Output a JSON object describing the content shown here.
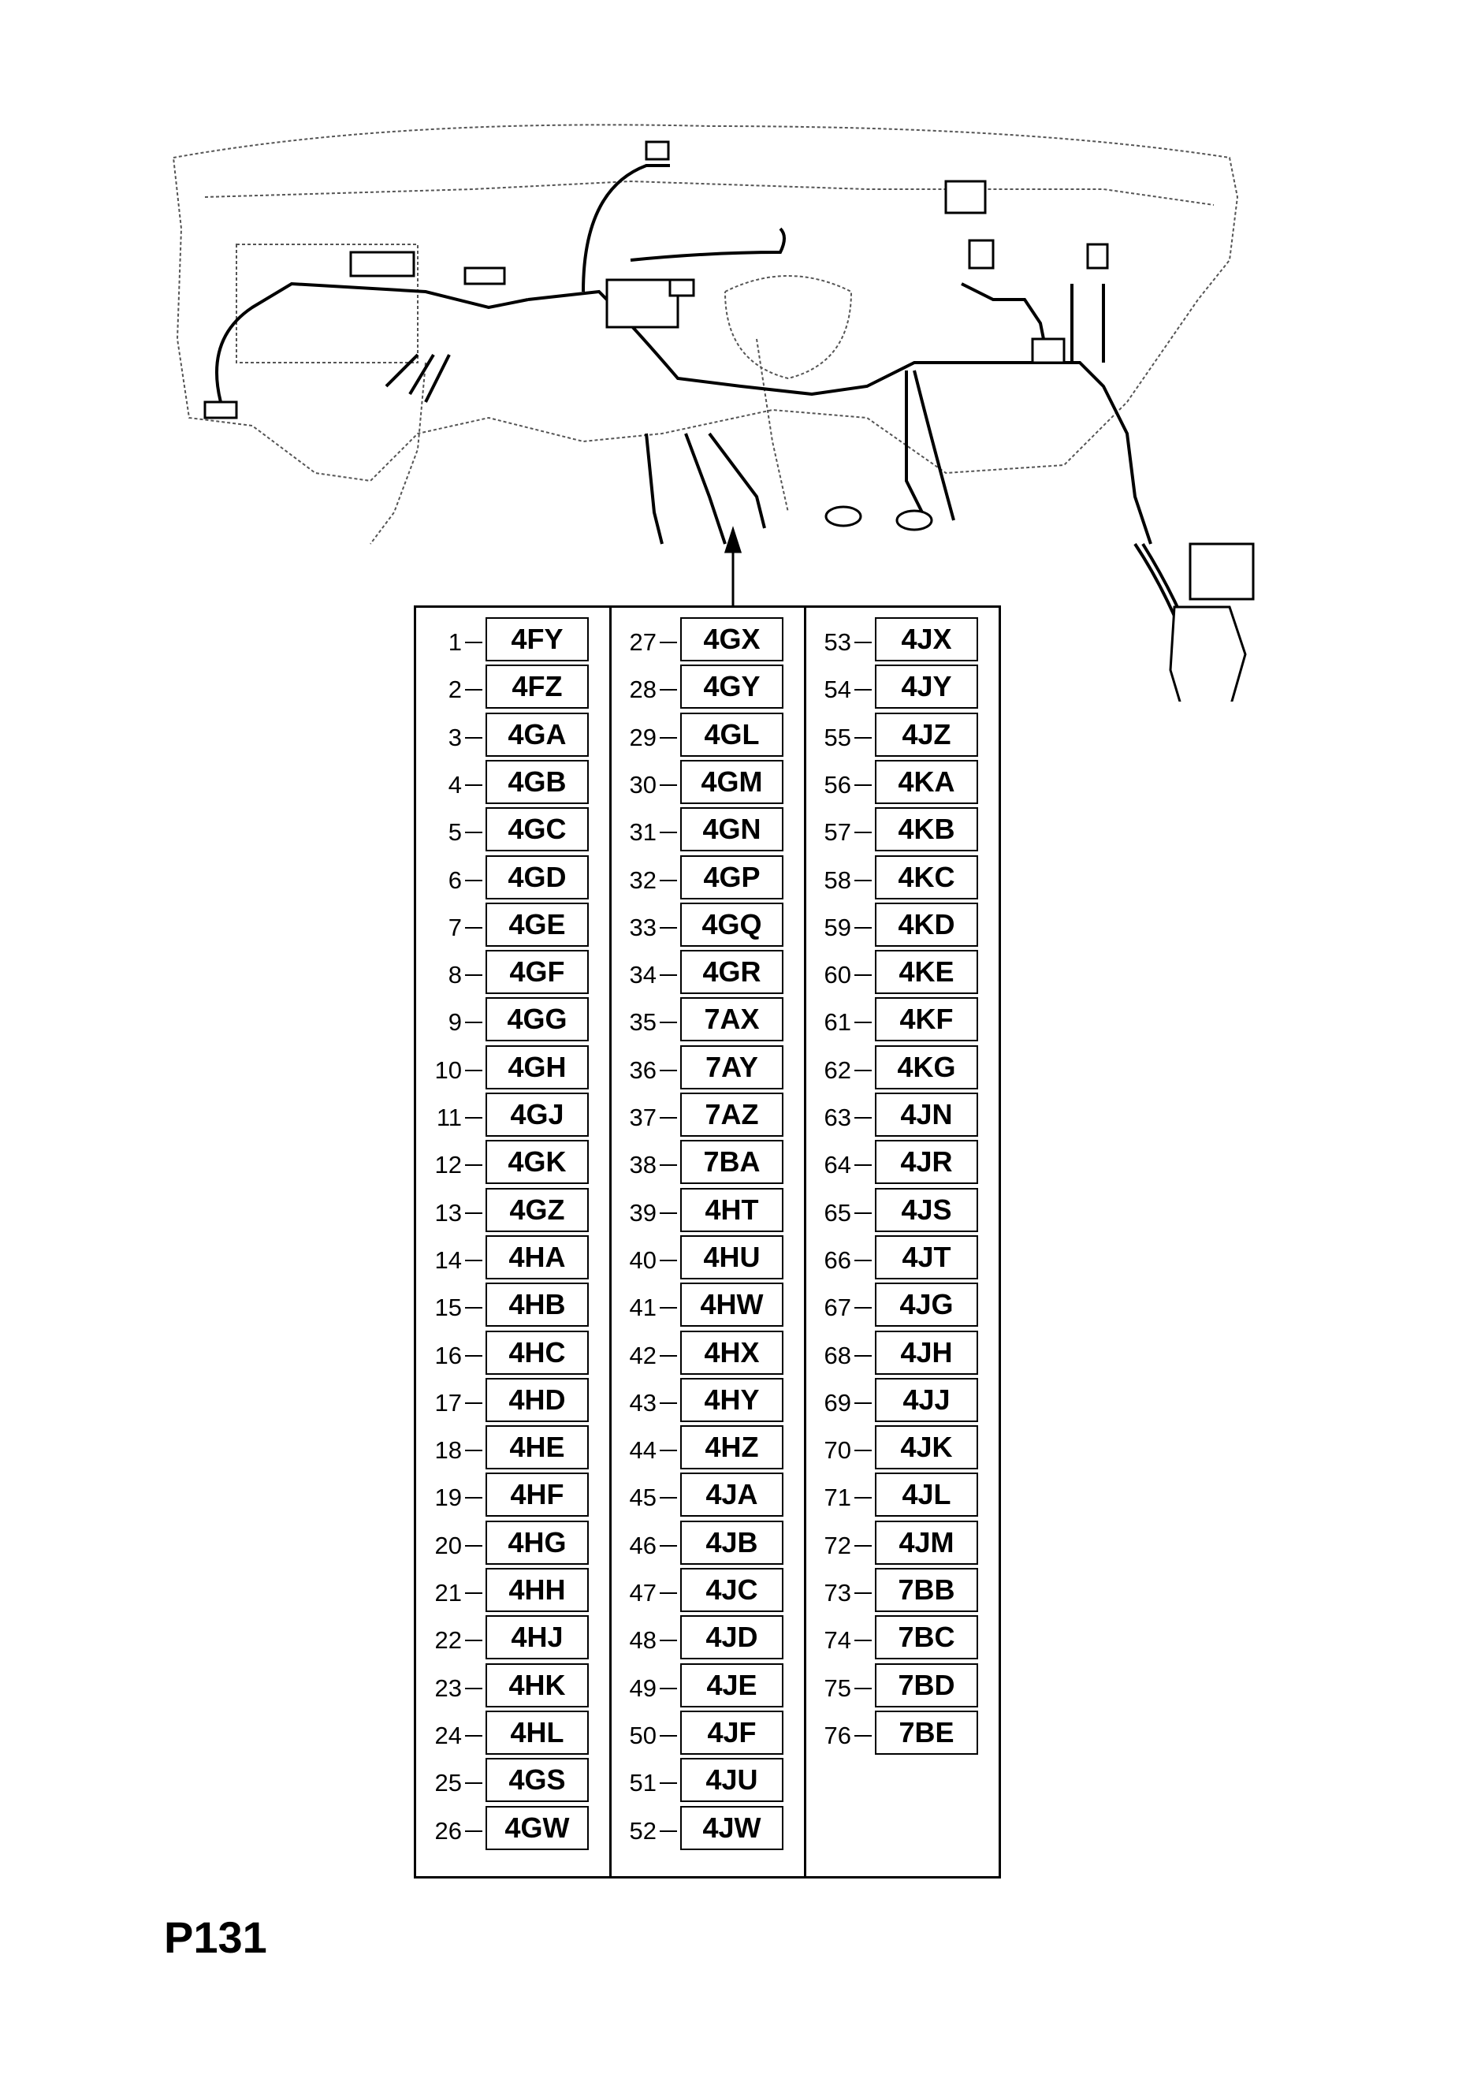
{
  "page_code": "P131",
  "columns": [
    [
      {
        "n": "1",
        "code": "4FY"
      },
      {
        "n": "2",
        "code": "4FZ"
      },
      {
        "n": "3",
        "code": "4GA"
      },
      {
        "n": "4",
        "code": "4GB"
      },
      {
        "n": "5",
        "code": "4GC"
      },
      {
        "n": "6",
        "code": "4GD"
      },
      {
        "n": "7",
        "code": "4GE"
      },
      {
        "n": "8",
        "code": "4GF"
      },
      {
        "n": "9",
        "code": "4GG"
      },
      {
        "n": "10",
        "code": "4GH"
      },
      {
        "n": "11",
        "code": "4GJ"
      },
      {
        "n": "12",
        "code": "4GK"
      },
      {
        "n": "13",
        "code": "4GZ"
      },
      {
        "n": "14",
        "code": "4HA"
      },
      {
        "n": "15",
        "code": "4HB"
      },
      {
        "n": "16",
        "code": "4HC"
      },
      {
        "n": "17",
        "code": "4HD"
      },
      {
        "n": "18",
        "code": "4HE"
      },
      {
        "n": "19",
        "code": "4HF"
      },
      {
        "n": "20",
        "code": "4HG"
      },
      {
        "n": "21",
        "code": "4HH"
      },
      {
        "n": "22",
        "code": "4HJ"
      },
      {
        "n": "23",
        "code": "4HK"
      },
      {
        "n": "24",
        "code": "4HL"
      },
      {
        "n": "25",
        "code": "4GS"
      },
      {
        "n": "26",
        "code": "4GW"
      }
    ],
    [
      {
        "n": "27",
        "code": "4GX"
      },
      {
        "n": "28",
        "code": "4GY"
      },
      {
        "n": "29",
        "code": "4GL"
      },
      {
        "n": "30",
        "code": "4GM"
      },
      {
        "n": "31",
        "code": "4GN"
      },
      {
        "n": "32",
        "code": "4GP"
      },
      {
        "n": "33",
        "code": "4GQ"
      },
      {
        "n": "34",
        "code": "4GR"
      },
      {
        "n": "35",
        "code": "7AX"
      },
      {
        "n": "36",
        "code": "7AY"
      },
      {
        "n": "37",
        "code": "7AZ"
      },
      {
        "n": "38",
        "code": "7BA"
      },
      {
        "n": "39",
        "code": "4HT"
      },
      {
        "n": "40",
        "code": "4HU"
      },
      {
        "n": "41",
        "code": "4HW"
      },
      {
        "n": "42",
        "code": "4HX"
      },
      {
        "n": "43",
        "code": "4HY"
      },
      {
        "n": "44",
        "code": "4HZ"
      },
      {
        "n": "45",
        "code": "4JA"
      },
      {
        "n": "46",
        "code": "4JB"
      },
      {
        "n": "47",
        "code": "4JC"
      },
      {
        "n": "48",
        "code": "4JD"
      },
      {
        "n": "49",
        "code": "4JE"
      },
      {
        "n": "50",
        "code": "4JF"
      },
      {
        "n": "51",
        "code": "4JU"
      },
      {
        "n": "52",
        "code": "4JW"
      }
    ],
    [
      {
        "n": "53",
        "code": "4JX"
      },
      {
        "n": "54",
        "code": "4JY"
      },
      {
        "n": "55",
        "code": "4JZ"
      },
      {
        "n": "56",
        "code": "4KA"
      },
      {
        "n": "57",
        "code": "4KB"
      },
      {
        "n": "58",
        "code": "4KC"
      },
      {
        "n": "59",
        "code": "4KD"
      },
      {
        "n": "60",
        "code": "4KE"
      },
      {
        "n": "61",
        "code": "4KF"
      },
      {
        "n": "62",
        "code": "4KG"
      },
      {
        "n": "63",
        "code": "4JN"
      },
      {
        "n": "64",
        "code": "4JR"
      },
      {
        "n": "65",
        "code": "4JS"
      },
      {
        "n": "66",
        "code": "4JT"
      },
      {
        "n": "67",
        "code": "4JG"
      },
      {
        "n": "68",
        "code": "4JH"
      },
      {
        "n": "69",
        "code": "4JJ"
      },
      {
        "n": "70",
        "code": "4JK"
      },
      {
        "n": "71",
        "code": "4JL"
      },
      {
        "n": "72",
        "code": "4JM"
      },
      {
        "n": "73",
        "code": "7BB"
      },
      {
        "n": "74",
        "code": "7BC"
      },
      {
        "n": "75",
        "code": "7BD"
      },
      {
        "n": "76",
        "code": "7BE"
      }
    ]
  ]
}
